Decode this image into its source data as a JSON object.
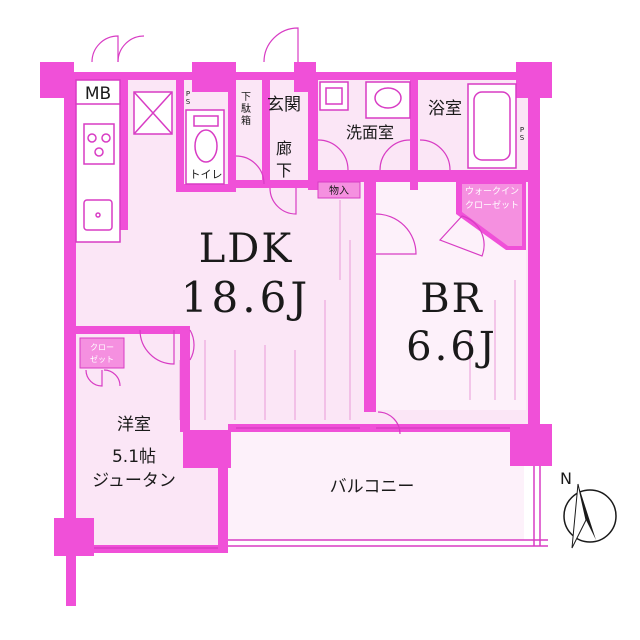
{
  "rooms": {
    "ldk_name": "LDK",
    "ldk_size": "18.6J",
    "br_name": "BR",
    "br_size": "6.6J",
    "western_name": "洋室",
    "western_size": "5.1帖",
    "western_note": "ジュータン",
    "balcony": "バルコニー",
    "entrance": "玄関",
    "corridor_1": "廊",
    "corridor_2": "下",
    "washroom": "洗面室",
    "bathroom": "浴室",
    "toilet": "トイレ",
    "storage": "物入",
    "shoe_box_1": "下",
    "shoe_box_2": "駄",
    "shoe_box_3": "箱",
    "closet_1": "クロー",
    "closet_2": "ゼット",
    "walkin_1": "ウォークイン",
    "walkin_2": "クローゼット",
    "meter_box": "MB",
    "pipe_space_1": "P",
    "pipe_space_2": "S",
    "compass": "N"
  },
  "colors": {
    "wall": "#f050d8",
    "floor": "#fbe6f6"
  }
}
